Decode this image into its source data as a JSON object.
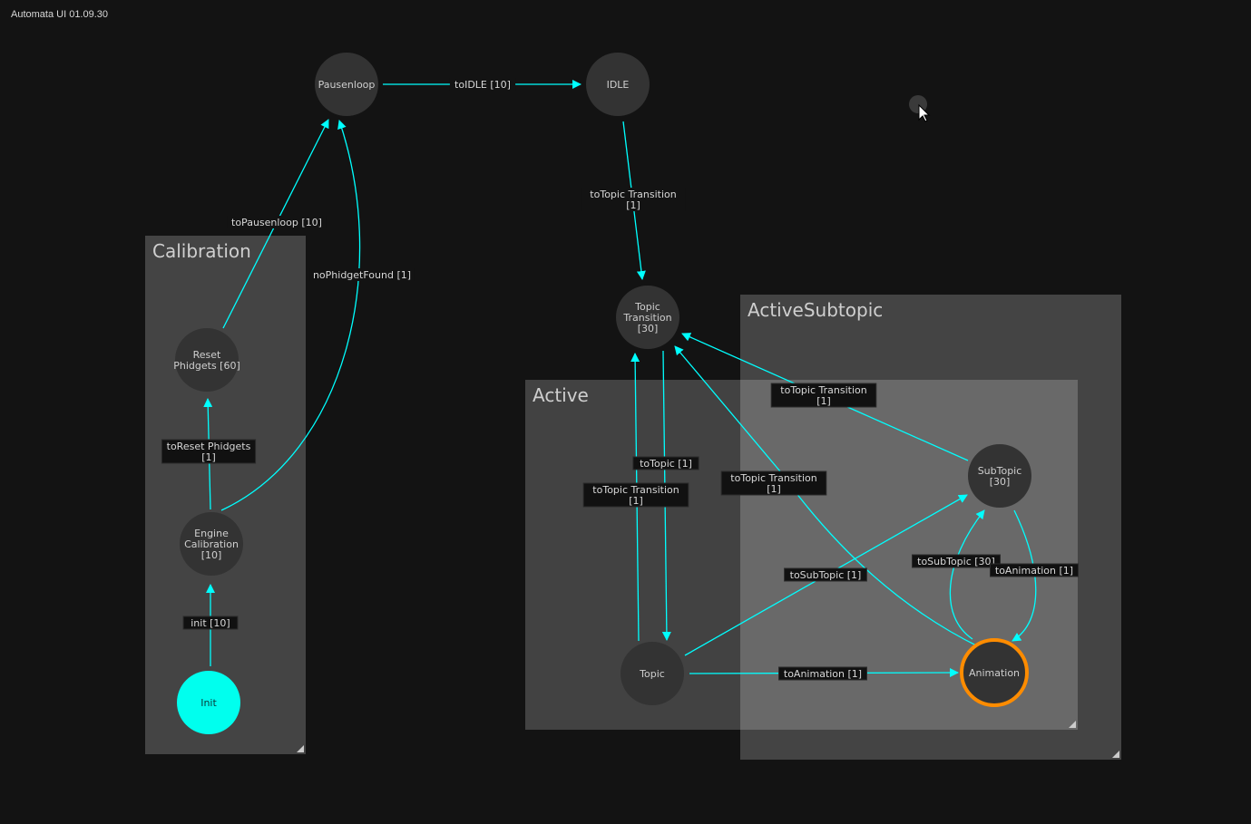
{
  "app_title": "Automata UI 01.09.30",
  "colors": {
    "background": "#131313",
    "node": "#333333",
    "edge": "#00ffff",
    "initial": "#00ffee",
    "active_state": "#ff8c00",
    "group": "#444444"
  },
  "groups": [
    {
      "id": "calibration",
      "label": "Calibration"
    },
    {
      "id": "activesubtopic",
      "label": "ActiveSubtopic"
    },
    {
      "id": "active",
      "label": "Active"
    }
  ],
  "nodes": [
    {
      "id": "pausenloop",
      "lines": [
        "Pausenloop"
      ]
    },
    {
      "id": "idle",
      "lines": [
        "IDLE"
      ]
    },
    {
      "id": "topic-transition",
      "lines": [
        "Topic",
        "Transition",
        "[30]"
      ]
    },
    {
      "id": "reset-phidgets",
      "lines": [
        "Reset",
        "Phidgets [60]"
      ]
    },
    {
      "id": "engine-calibration",
      "lines": [
        "Engine",
        "Calibration",
        "[10]"
      ]
    },
    {
      "id": "init",
      "lines": [
        "Init"
      ],
      "initial": true
    },
    {
      "id": "topic",
      "lines": [
        "Topic"
      ]
    },
    {
      "id": "subtopic",
      "lines": [
        "SubTopic",
        "[30]"
      ]
    },
    {
      "id": "animation",
      "lines": [
        "Animation"
      ],
      "current": true
    }
  ],
  "edges": [
    {
      "from": "init",
      "to": "engine-calibration",
      "lines": [
        "init [10]"
      ]
    },
    {
      "from": "engine-calibration",
      "to": "reset-phidgets",
      "lines": [
        "toReset Phidgets",
        "[1]"
      ]
    },
    {
      "from": "reset-phidgets",
      "to": "pausenloop",
      "lines": [
        "toPausenloop [10]"
      ]
    },
    {
      "from": "engine-calibration",
      "to": "pausenloop",
      "lines": [
        "noPhidgetFound [1]"
      ]
    },
    {
      "from": "pausenloop",
      "to": "idle",
      "lines": [
        "toIDLE [10]"
      ]
    },
    {
      "from": "idle",
      "to": "topic-transition",
      "lines": [
        "toTopic Transition",
        "[1]"
      ]
    },
    {
      "from": "topic-transition",
      "to": "topic",
      "lines": [
        "toTopic [1]"
      ]
    },
    {
      "from": "topic",
      "to": "topic-transition",
      "lines": [
        "toTopic Transition",
        "[1]"
      ]
    },
    {
      "from": "animation",
      "to": "topic-transition",
      "lines": [
        "toTopic Transition",
        "[1]"
      ]
    },
    {
      "from": "subtopic",
      "to": "topic-transition",
      "lines": [
        "toTopic Transition",
        "[1]"
      ]
    },
    {
      "from": "topic",
      "to": "subtopic",
      "lines": [
        "toSubTopic [1]"
      ]
    },
    {
      "from": "topic",
      "to": "animation",
      "lines": [
        "toAnimation [1]"
      ]
    },
    {
      "from": "animation",
      "to": "subtopic",
      "lines": [
        "toSubTopic [30]"
      ]
    },
    {
      "from": "subtopic",
      "to": "animation",
      "lines": [
        "toAnimation [1]"
      ]
    }
  ]
}
